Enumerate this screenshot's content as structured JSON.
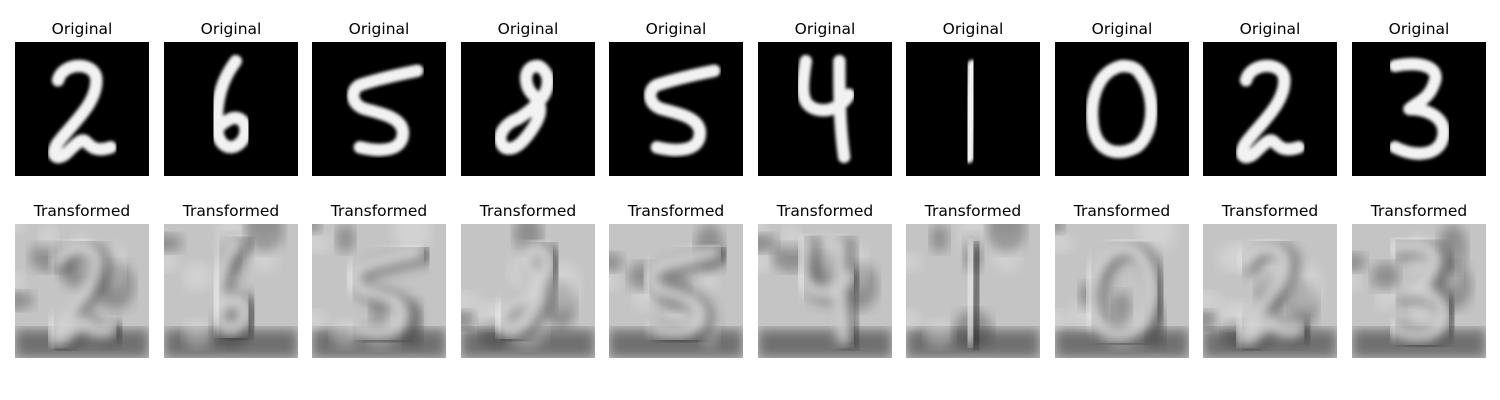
{
  "rows": [
    {
      "name": "original",
      "title": "Original"
    },
    {
      "name": "transformed",
      "title": "Transformed"
    }
  ],
  "panels": [
    {
      "digit": "2"
    },
    {
      "digit": "6"
    },
    {
      "digit": "5"
    },
    {
      "digit": "8"
    },
    {
      "digit": "5"
    },
    {
      "digit": "4"
    },
    {
      "digit": "1"
    },
    {
      "digit": "0"
    },
    {
      "digit": "2"
    },
    {
      "digit": "3"
    }
  ],
  "colors": {
    "original_background": "#000000",
    "original_stroke": "#f2f2f2",
    "transformed_background": "#c4c4c4",
    "transformed_dark": "#2a2a2a",
    "transformed_light": "#ececec"
  }
}
